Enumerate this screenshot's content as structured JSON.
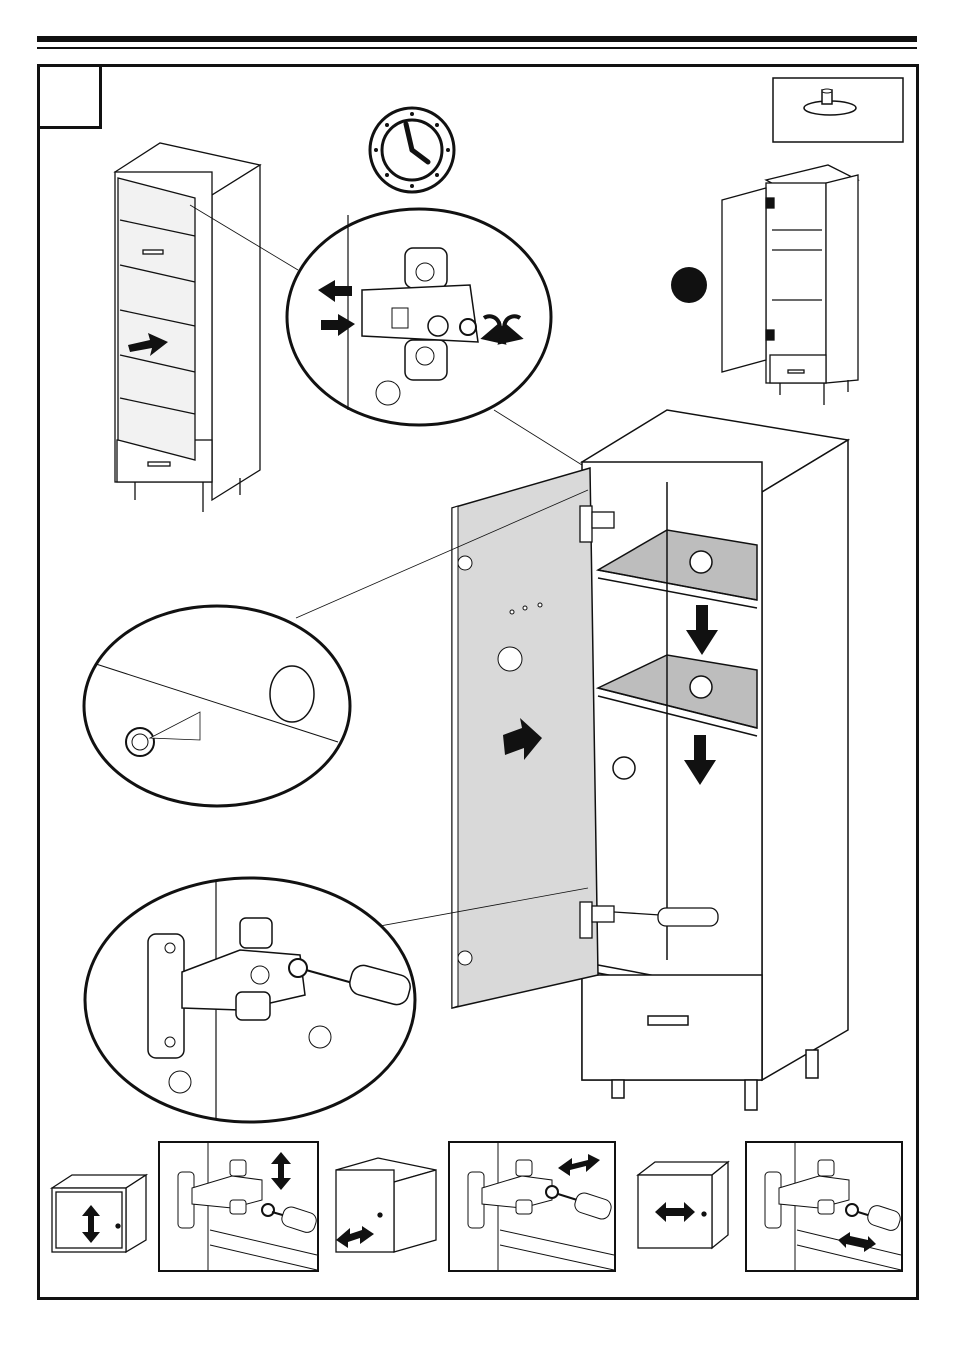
{
  "page": {
    "step_number": "",
    "colors": {
      "ink": "#111111",
      "panel_gray": "#d9d9d9",
      "shelf_gray": "#bdbdbd",
      "paper": "#ffffff"
    }
  },
  "icons": {
    "clock": "clock-icon",
    "foot": "foot-glide-icon",
    "marker": "black-dot-marker-icon",
    "arrows": [
      "arrow-right-icon",
      "arrow-down-icon",
      "arrow-left-icon",
      "double-arrow-icon"
    ]
  },
  "bottom_strip": {
    "steps": [
      {
        "kind": "cabinet",
        "adjustment": "vertical"
      },
      {
        "kind": "hinge",
        "adjustment": "vertical"
      },
      {
        "kind": "cabinet",
        "adjustment": "depth"
      },
      {
        "kind": "hinge",
        "adjustment": "lateral"
      },
      {
        "kind": "cabinet",
        "adjustment": "horizontal"
      },
      {
        "kind": "hinge",
        "adjustment": "depth"
      }
    ]
  }
}
